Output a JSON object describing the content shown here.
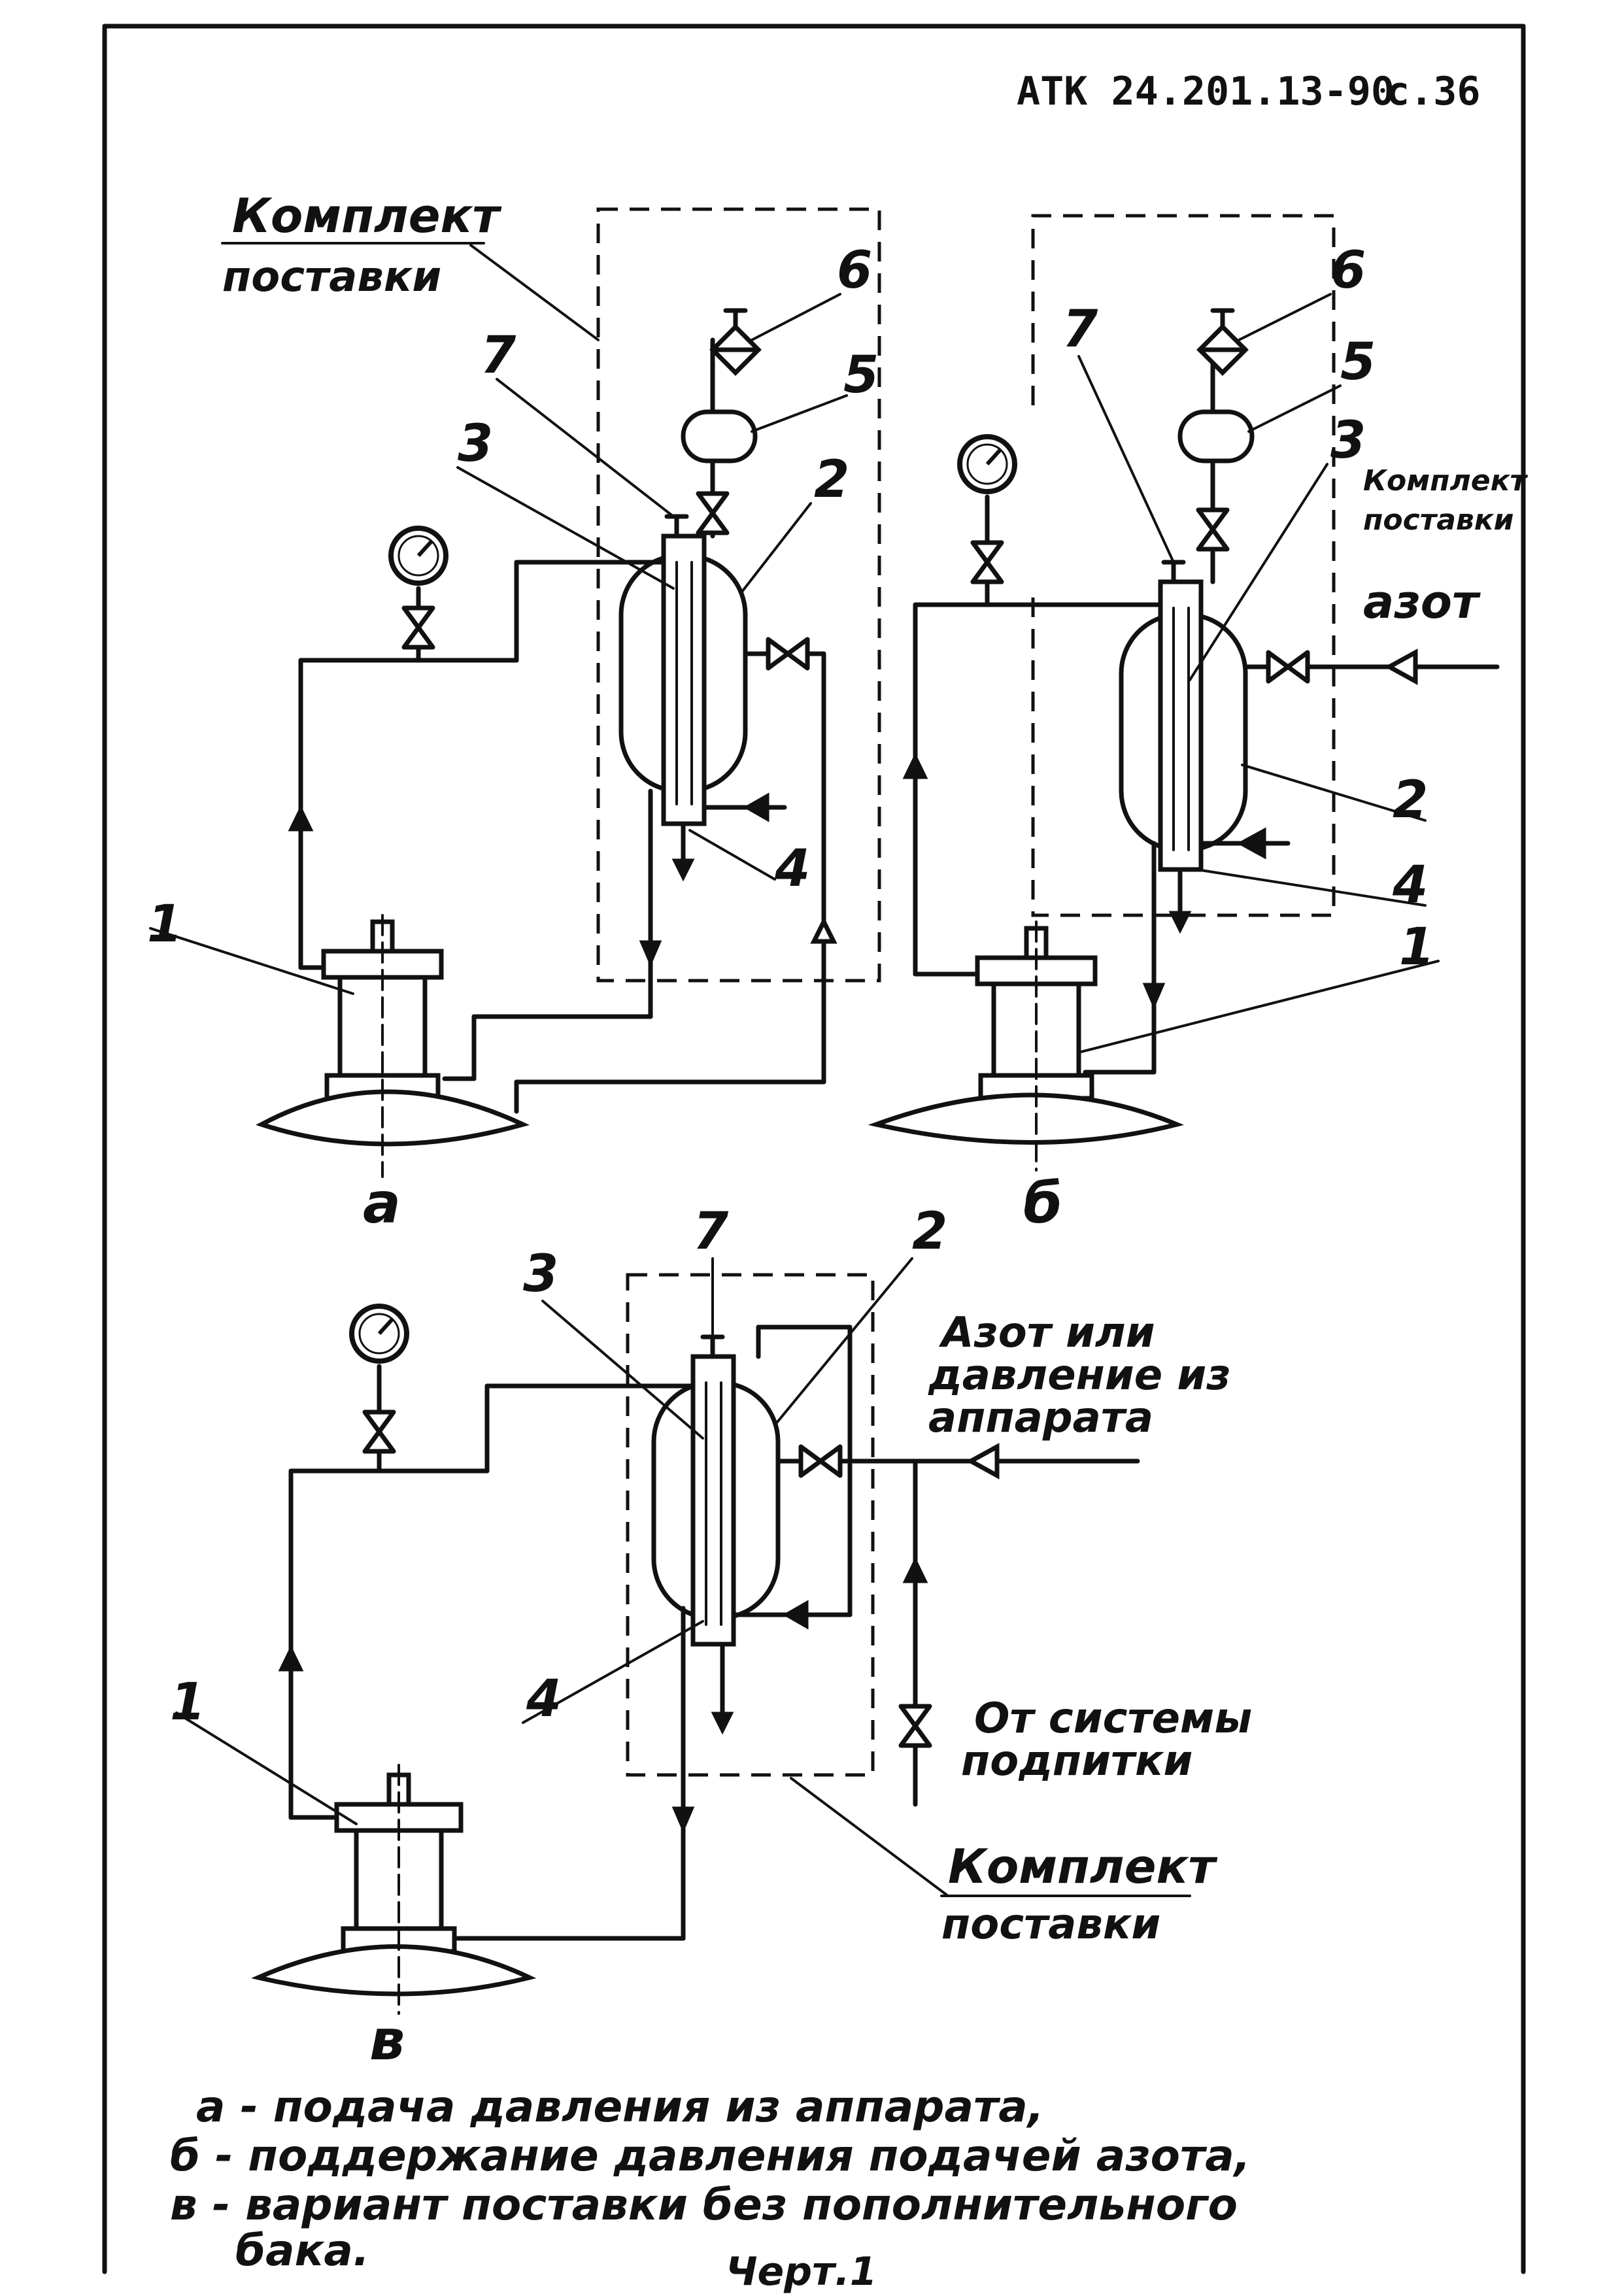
{
  "header": {
    "doc_code": "АТК 24.201.13-90",
    "page": "с.36"
  },
  "labels": {
    "kit": "Комплект",
    "delivery": "поставки",
    "nitrogen": "азот",
    "nitrogen_or_pressure_1": "Азот или",
    "nitrogen_or_pressure_2": "давление из",
    "nitrogen_or_pressure_3": "аппарата",
    "from_system_1": "От системы",
    "from_system_2": "подпитки"
  },
  "diagrams": {
    "a": {
      "caption": "а",
      "numbers": [
        "1",
        "2",
        "3",
        "4",
        "5",
        "6",
        "7"
      ]
    },
    "b": {
      "caption": "б",
      "numbers": [
        "1",
        "2",
        "3",
        "4",
        "5",
        "6",
        "7"
      ]
    },
    "v": {
      "caption": "в",
      "numbers": [
        "1",
        "2",
        "3",
        "4",
        "7"
      ]
    }
  },
  "legend": {
    "line_a": "а - подача давления из аппарата,",
    "line_b": "б - поддержание давления подачей азота,",
    "line_v1": "в - вариант поставки без пополнительного",
    "line_v2": "бака."
  },
  "footer": {
    "sheet_label": "Черт.1"
  },
  "colors": {
    "ink": "#111111",
    "paper": "#ffffff"
  }
}
